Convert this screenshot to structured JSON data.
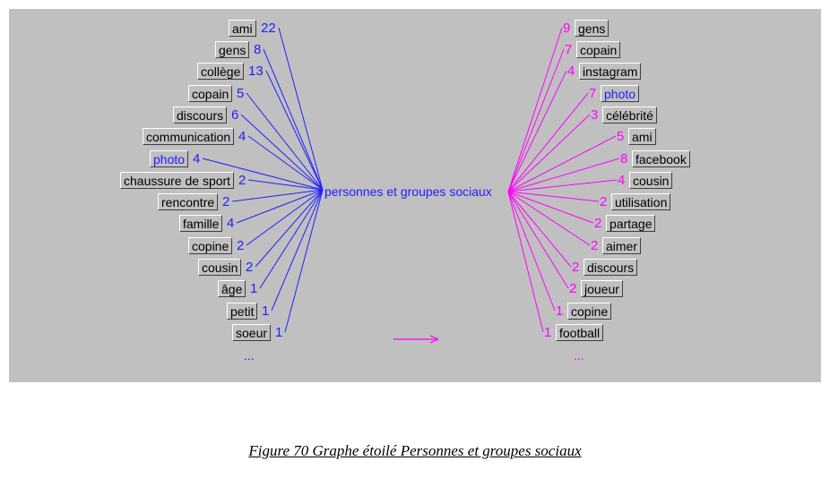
{
  "colors": {
    "left_edge": "#2020ff",
    "right_edge": "#ff00ff",
    "background": "#c0c0c0"
  },
  "center_label": "personnes et groupes sociaux",
  "left_nodes": [
    {
      "label": "ami",
      "count": "22"
    },
    {
      "label": "gens",
      "count": "8"
    },
    {
      "label": "collège",
      "count": "13"
    },
    {
      "label": "copain",
      "count": "5"
    },
    {
      "label": "discours",
      "count": "6"
    },
    {
      "label": "communication",
      "count": "4"
    },
    {
      "label": "photo",
      "count": "4",
      "highlight": true
    },
    {
      "label": "chaussure de sport",
      "count": "2"
    },
    {
      "label": "rencontre",
      "count": "2"
    },
    {
      "label": "famille",
      "count": "4"
    },
    {
      "label": "copine",
      "count": "2"
    },
    {
      "label": "cousin",
      "count": "2"
    },
    {
      "label": "âge",
      "count": "1"
    },
    {
      "label": "petit",
      "count": "1"
    },
    {
      "label": "soeur",
      "count": "1"
    }
  ],
  "right_nodes": [
    {
      "label": "gens",
      "count": "9"
    },
    {
      "label": "copain",
      "count": "7"
    },
    {
      "label": "instagram",
      "count": "4"
    },
    {
      "label": "photo",
      "count": "7",
      "highlight": true
    },
    {
      "label": "célébrité",
      "count": "3"
    },
    {
      "label": "ami",
      "count": "5"
    },
    {
      "label": "facebook",
      "count": "8"
    },
    {
      "label": "cousin",
      "count": "4"
    },
    {
      "label": "utilisation",
      "count": "2"
    },
    {
      "label": "partage",
      "count": "2"
    },
    {
      "label": "aimer",
      "count": "2"
    },
    {
      "label": "discours",
      "count": "2"
    },
    {
      "label": "joueur",
      "count": "2"
    },
    {
      "label": "copine",
      "count": "1"
    },
    {
      "label": "football",
      "count": "1"
    }
  ],
  "left_ellipsis": "...",
  "right_ellipsis": "...",
  "caption": "Figure 70 Graphe étoilé Personnes et groupes sociaux"
}
